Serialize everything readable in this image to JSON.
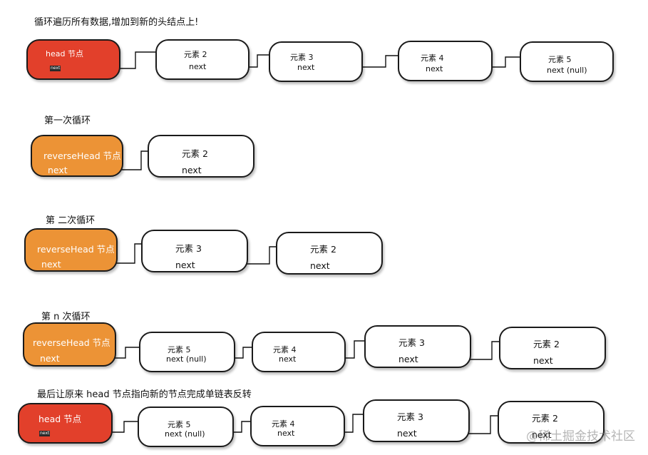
{
  "captions": {
    "intro": "循环遍历所有数据,增加到新的头结点上!",
    "loop1": "第一次循环",
    "loop2": "第 二次循环",
    "loopn": "第 n 次循环",
    "final": "最后让原来 head 节点指向新的节点完成单链表反转"
  },
  "row0": {
    "head": {
      "title": "head 节点",
      "next": "next"
    },
    "nodes": [
      {
        "title": "元素 2",
        "next": "next"
      },
      {
        "title": "元素 3",
        "next": "next"
      },
      {
        "title": "元素 4",
        "next": "next"
      },
      {
        "title": "元素 5",
        "next": "next (null)"
      }
    ]
  },
  "row1": {
    "head": {
      "title": "reverseHead 节点",
      "next": "next"
    },
    "nodes": [
      {
        "title": "元素 2",
        "next": "next"
      }
    ]
  },
  "row2": {
    "head": {
      "title": "reverseHead 节点",
      "next": "next"
    },
    "nodes": [
      {
        "title": "元素 3",
        "next": "next"
      },
      {
        "title": "元素 2",
        "next": "next"
      }
    ]
  },
  "row3": {
    "head": {
      "title": "reverseHead 节点",
      "next": "next"
    },
    "nodes": [
      {
        "title": "元素 5",
        "next": "next (null)"
      },
      {
        "title": "元素 4",
        "next": "next"
      },
      {
        "title": "元素 3",
        "next": "next"
      },
      {
        "title": "元素 2",
        "next": "next"
      }
    ]
  },
  "row4": {
    "head": {
      "title": "head 节点",
      "next": "next"
    },
    "nodes": [
      {
        "title": "元素 5",
        "next": "next (null)"
      },
      {
        "title": "元素 4",
        "next": "next"
      },
      {
        "title": "元素 3",
        "next": "next"
      },
      {
        "title": "元素 2",
        "next": "next"
      }
    ]
  },
  "watermark": "@稀土掘金技术社区",
  "colors": {
    "head_red": "#e2402b",
    "reverse_orange": "#ec9336",
    "border": "#1a1a1a"
  }
}
